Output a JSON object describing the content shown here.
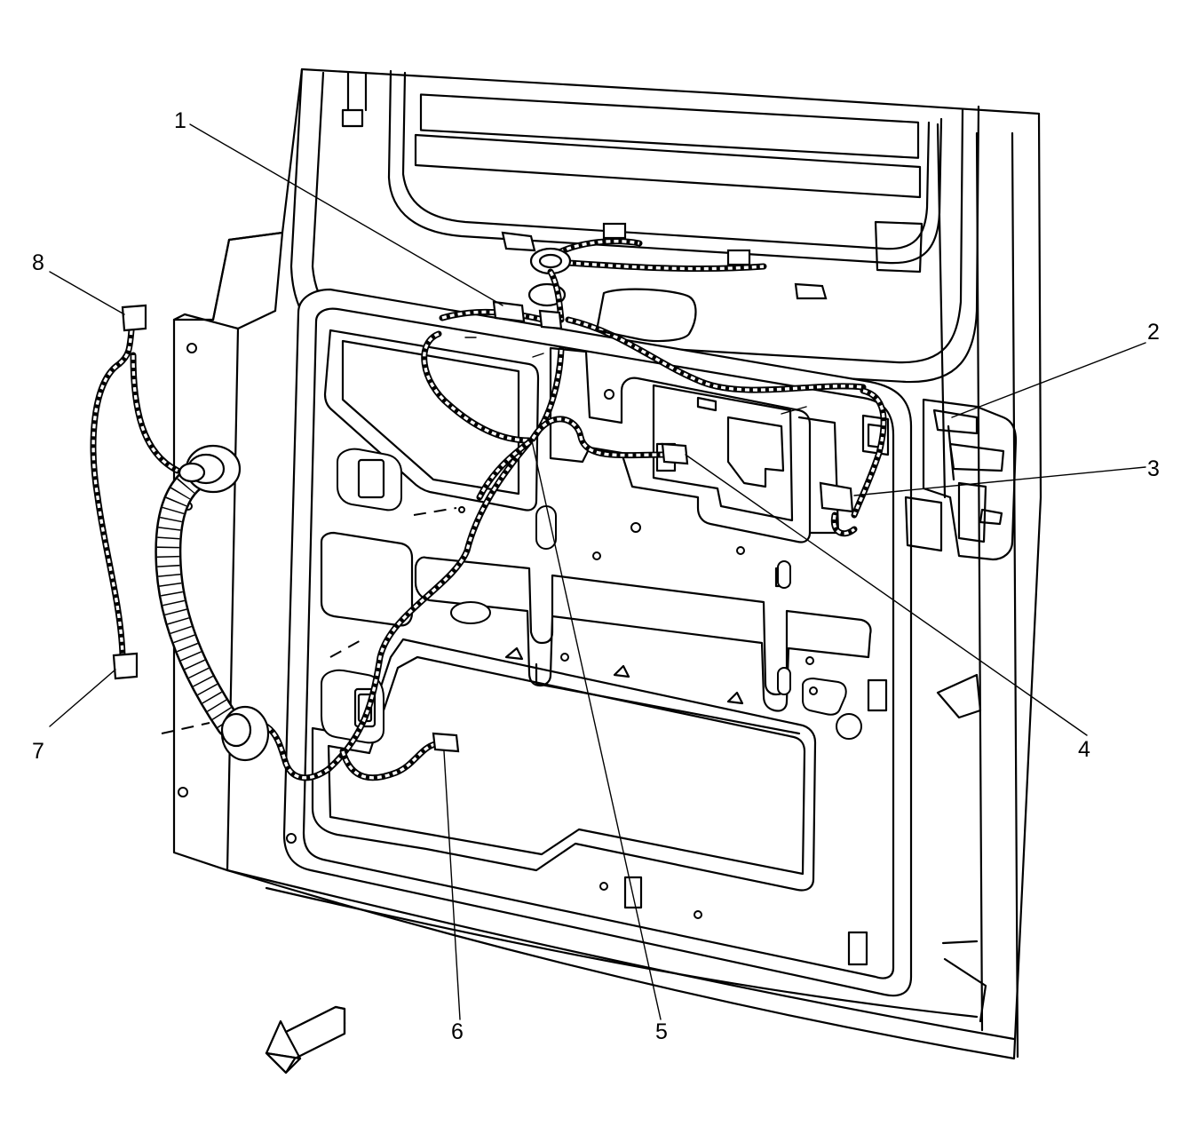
{
  "callouts": [
    {
      "id": "1",
      "label": "1"
    },
    {
      "id": "2",
      "label": "2"
    },
    {
      "id": "3",
      "label": "3"
    },
    {
      "id": "4",
      "label": "4"
    },
    {
      "id": "5",
      "label": "5"
    },
    {
      "id": "6",
      "label": "6"
    },
    {
      "id": "7",
      "label": "7"
    },
    {
      "id": "8",
      "label": "8"
    }
  ],
  "icons": {
    "direction_arrow": "front-of-vehicle-arrow-icon"
  },
  "colors": {
    "line": "#000000",
    "background": "#ffffff"
  }
}
